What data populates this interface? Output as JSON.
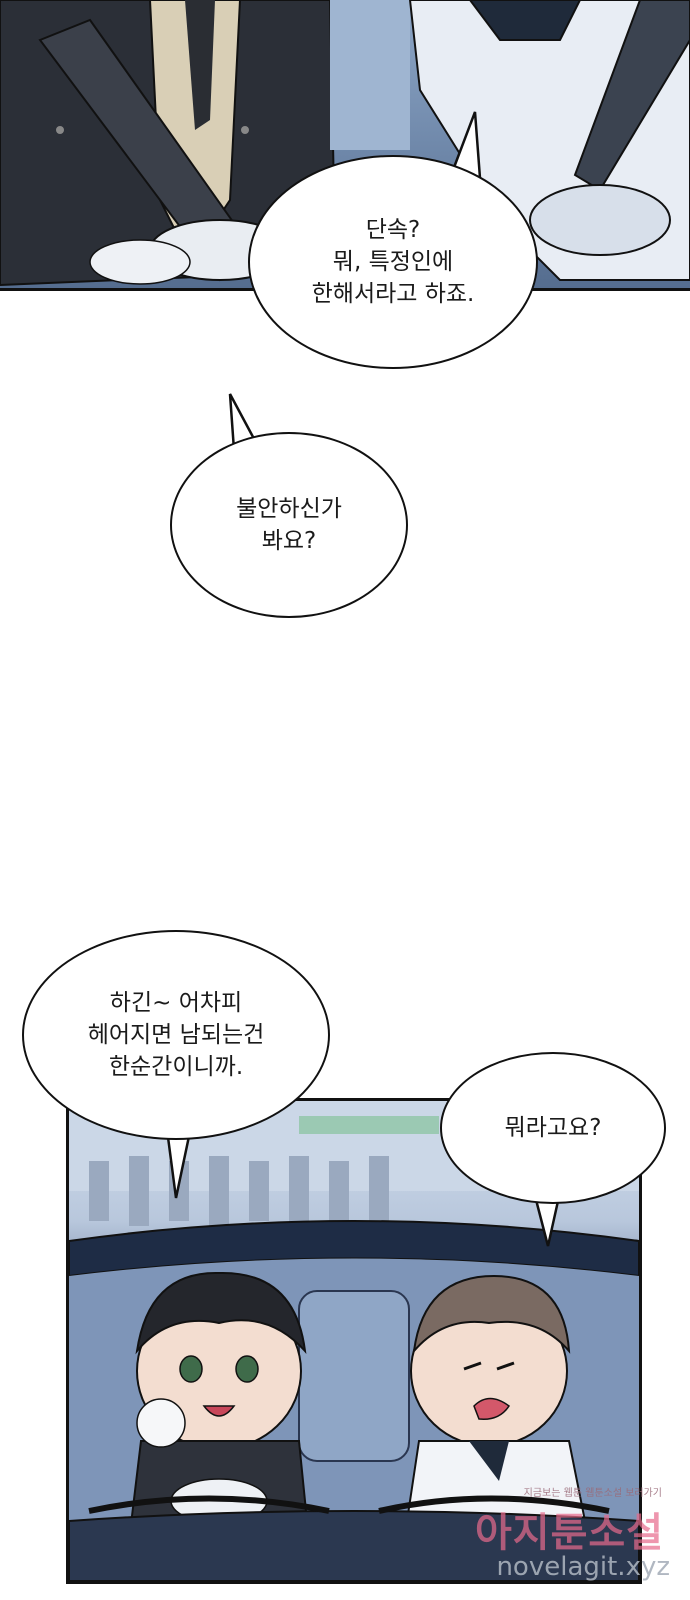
{
  "panels": {
    "top_scene": "in-car-seatbelts-panel",
    "bottom_scene": "car-front-view-panel"
  },
  "bubbles": {
    "b1": "단속?\n뭐, 특정인에\n한해서라고 하죠.",
    "b2": "불안하신가\n봐요?",
    "b3": "하긴~ 어차피\n헤어지면 남되는건\n한순간이니까.",
    "b4": "뭐라고요?"
  },
  "watermark": {
    "small": "지금보는 웹툰 웹툰소설 보러가기",
    "big": "아지툰소설",
    "url": "novelagit.xyz"
  },
  "colors": {
    "panel_blue": "#6d86a8",
    "outline": "#111111",
    "watermark_pink": "#e86b8c"
  }
}
